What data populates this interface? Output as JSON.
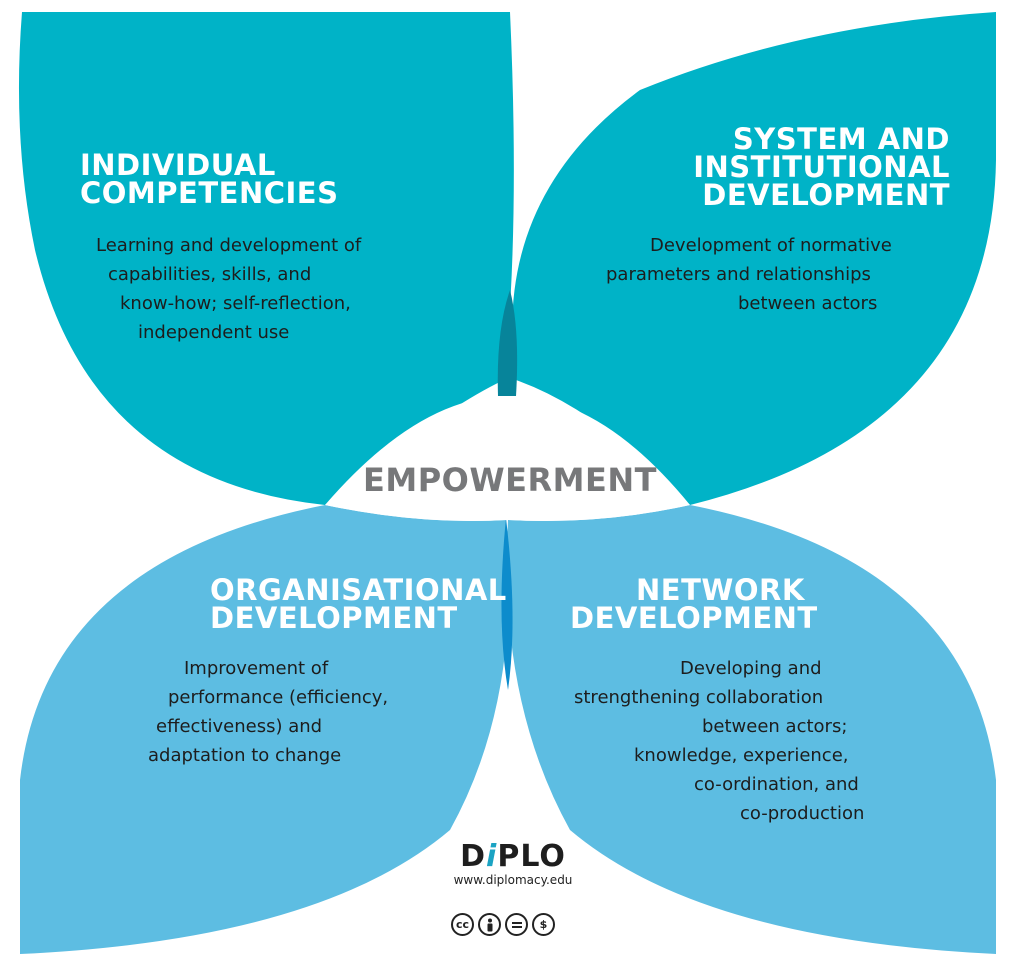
{
  "diagram": {
    "center": "EMPOWERMENT",
    "petals": [
      {
        "id": "individual",
        "title_lines": [
          "INDIVIDUAL",
          "COMPETENCIES"
        ],
        "body_lines": [
          "Learning and development of",
          "capabilities, skills, and",
          "know-how; self-reflection,",
          "independent use"
        ]
      },
      {
        "id": "system",
        "title_lines": [
          "SYSTEM AND",
          "INSTITUTIONAL",
          "DEVELOPMENT"
        ],
        "body_lines": [
          "Development of normative",
          "parameters and relationships",
          "between actors"
        ]
      },
      {
        "id": "organisational",
        "title_lines": [
          "ORGANISATIONAL",
          "DEVELOPMENT"
        ],
        "body_lines": [
          "Improvement of",
          "performance (efficiency,",
          "effectiveness) and",
          "adaptation to change"
        ]
      },
      {
        "id": "network",
        "title_lines": [
          "NETWORK",
          "DEVELOPMENT"
        ],
        "body_lines": [
          "Developing and",
          "strengthening collaboration",
          "between actors;",
          "knowledge, experience,",
          "co-ordination, and",
          "co-production"
        ]
      }
    ]
  },
  "footer": {
    "logo_text": "DiPLO",
    "logo_url": "www.diplomacy.edu",
    "license_icons": [
      "cc-icon",
      "by-icon",
      "nd-icon",
      "nc-icon"
    ]
  },
  "colors": {
    "top_petal": "#00b3c7",
    "top_overlap": "#07849a",
    "bottom_petal": "#5dbde2",
    "bottom_overlap": "#0d8ccc",
    "center_text": "#77787a"
  }
}
